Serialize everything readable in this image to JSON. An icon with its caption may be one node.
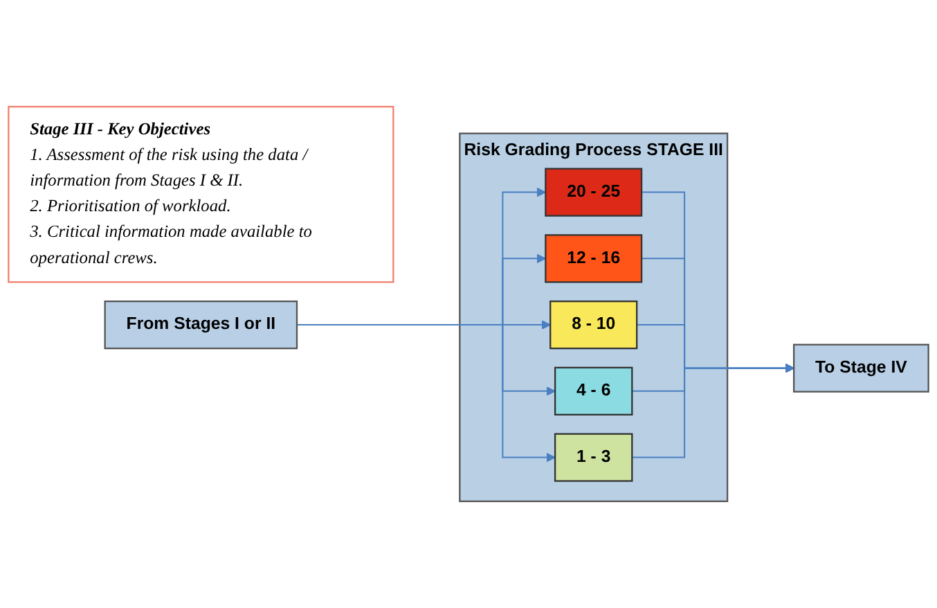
{
  "diagram": {
    "nodes": [
      {
        "text": [
          "Stage III - Key Objectives",
          "1. Assessment of the risk using the data / information from Stages I & II.",
          "2. Prioritisation of workload.",
          "3. Critical information made available to operational crews."
        ]
      },
      {
        "text": [
          "From Stages I or II"
        ]
      },
      {
        "text": [
          "Risk Grading Process STAGE III"
        ]
      },
      {
        "text": [
          "20 - 25"
        ],
        "in": 2
      },
      {
        "text": [
          "12 - 16"
        ],
        "in": 2
      },
      {
        "text": [
          "8 - 10"
        ],
        "in": 2
      },
      {
        "text": [
          "4 - 6"
        ],
        "in": 2
      },
      {
        "text": [
          "1 - 3"
        ],
        "in": 2
      },
      {
        "text": [
          "To Stage IV"
        ]
      }
    ],
    "edges": [
      {
        "from": 1,
        "to": 3,
        "arrow": "to"
      },
      {
        "from": 1,
        "to": 4,
        "arrow": "to"
      },
      {
        "from": 1,
        "to": 5,
        "arrow": "to"
      },
      {
        "from": 1,
        "to": 6,
        "arrow": "to"
      },
      {
        "from": 1,
        "to": 7,
        "arrow": "to"
      },
      {
        "from": 3,
        "to": 8,
        "arrow": "to"
      },
      {
        "from": 4,
        "to": 8,
        "arrow": "to"
      },
      {
        "from": 5,
        "to": 8,
        "arrow": "to"
      },
      {
        "from": 6,
        "to": 8,
        "arrow": "to"
      },
      {
        "from": 7,
        "to": 8,
        "arrow": "to"
      }
    ]
  }
}
